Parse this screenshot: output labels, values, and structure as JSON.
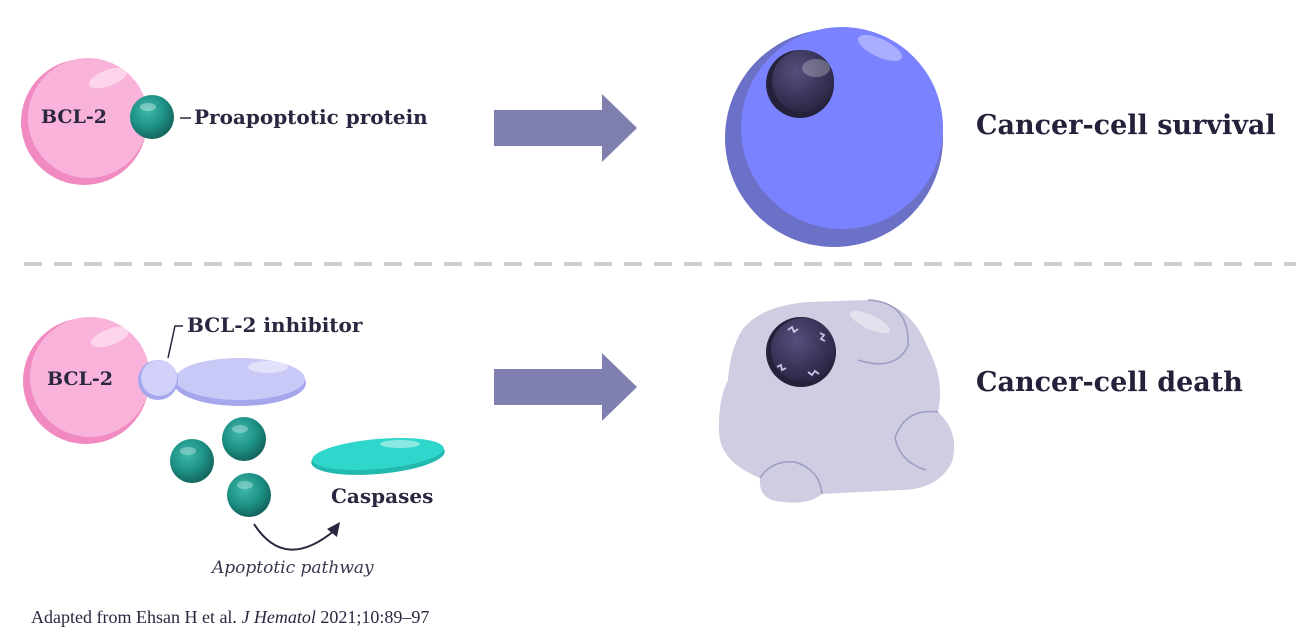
{
  "top": {
    "bcl2_label": "BCL-2",
    "protein_label": "Proapoptotic protein",
    "outcome_label": "Cancer-cell survival"
  },
  "bottom": {
    "bcl2_label": "BCL-2",
    "inhibitor_label": "BCL-2 inhibitor",
    "caspases_label": "Caspases",
    "pathway_label": "Apoptotic pathway",
    "outcome_label": "Cancer-cell death"
  },
  "citation": {
    "prefix": "Adapted from Ehsan H et al.",
    "journal": "J Hematol",
    "suffix": "2021;10:89–97"
  },
  "colors": {
    "bcl2_pink": "#f9b2d9",
    "protein_teal": "#1f9488",
    "arrow_purple": "#8080b0",
    "cell_blue": "#7a82ff",
    "nucleus_dark": "#3b3860",
    "dead_cell_lilac": "#cfcde2",
    "inhibitor_lavender": "#c9c9f8",
    "caspase_cyan": "#2fd1c8"
  }
}
